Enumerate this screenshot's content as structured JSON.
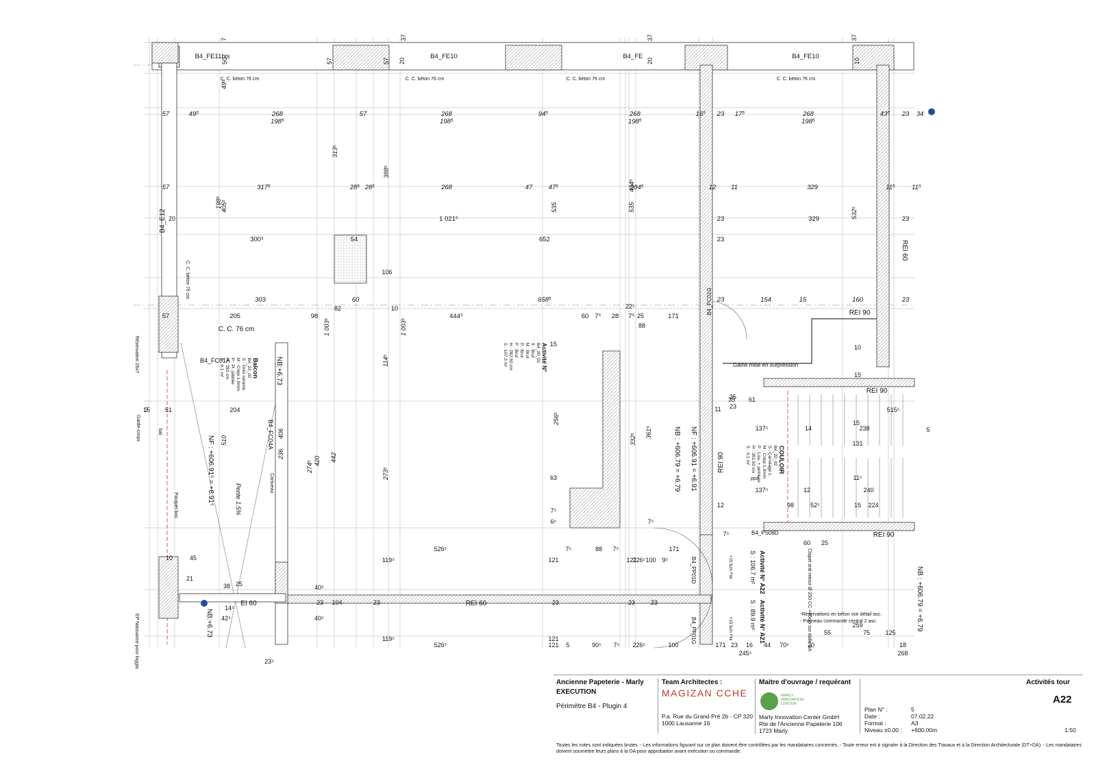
{
  "plan": {
    "window_tags": [
      "B4_FE11bis",
      "B4_FE10",
      "B4_FE",
      "B4_FE10"
    ],
    "top_dims": [
      "7",
      "37",
      "37",
      "37"
    ],
    "window_tag_dims": [
      "50",
      "57",
      "57",
      "20",
      "20",
      "10"
    ],
    "beton_notes": [
      "C. C. béton 76 cm",
      "C. C. béton 76 cm",
      "C. C. béton 76 cm",
      "C. C. béton 76 cm"
    ],
    "row1_dims": [
      "57",
      "49⁵",
      "268",
      "57",
      "268",
      "94⁵",
      "268",
      "16⁵",
      "23",
      "17⁵",
      "268",
      "43⁵",
      "23",
      "34"
    ],
    "row1_sub": [
      "198⁵",
      "198⁵",
      "198⁵",
      "198⁵"
    ],
    "row2_dims": [
      "57",
      "317⁵",
      "28⁵",
      "28⁵",
      "268",
      "47",
      "47⁵",
      "284⁵",
      "12",
      "11",
      "329",
      "11⁵",
      "11⁵"
    ],
    "row3_dims": [
      "1 021⁵",
      "23",
      "329",
      "23"
    ],
    "row4_dims": [
      "300⁵",
      "54",
      "652",
      "23"
    ],
    "row5_dims": [
      "303",
      "60",
      "658⁵",
      "23",
      "154",
      "15",
      "160",
      "23"
    ],
    "row6_dims": [
      "57",
      "205",
      "98",
      "444⁵",
      "60",
      "7⁵",
      "28",
      "7⁵",
      "171"
    ],
    "vertical_dims": [
      "49⁵",
      "313⁵",
      "388⁵",
      "535",
      "535",
      "434⁵",
      "532⁵",
      "405⁵",
      "198⁵",
      "1 003⁵",
      "1 003⁵",
      "114⁵",
      "256⁵",
      "332⁵",
      "361⁵",
      "273⁵",
      "442",
      "420",
      "274⁵",
      "510",
      "236",
      "406"
    ],
    "labels": {
      "b4_e12": "B4_E12",
      "b4_20": "20",
      "rei60_right": "REI 60",
      "rei90_a": "REI 90",
      "rei90_b": "REI 90",
      "rei90_c": "REI 90",
      "rei90_d": "REI 90",
      "rei60_bottom": "REI 60",
      "ei60": "EI 60",
      "cc76": "C. C. 76 cm",
      "cc_beton_left": "C. C. béton 76 cm",
      "gaine": "Gaine mise en surpression",
      "b4_fc01a": "B4_FC01A",
      "b4_fc04a": "B4_FC04A",
      "b4_pc01g": "B4_PC01G",
      "b4_ps08d": "B4_PS08D",
      "b4_pp01d": "B4_PP01D",
      "b4_pp01g": "B4_PP01G",
      "pente": "Pente 1.5%",
      "caniveau": "Caniveau",
      "garde_corps": "Garde-corps",
      "parapet": "Parapet bas",
      "reservation": "Réservation 26x7",
      "ep_naissance": "EP Naissance pour loggia",
      "bal": "bal",
      "nf_left": "NF : +606.91⁵ = +6.91⁵",
      "nb_left": "NB:+6.73",
      "nb_left2": "NB:+6.73",
      "nf_center": "NF : +606.91 = +6.91",
      "nb_center": "NB : +606.79 = +6.79",
      "nb_right": "NB : +606.79 = +6.79",
      "activite_a22": "Activité N° A22",
      "activite_a22_area": "S : 106.7 m²",
      "activite_a21": "Activité N° A21",
      "activite_a21_area": "S : 89.9 m²",
      "clapet": "Clapet anti-retour Ø 250 CC +45cm sur dalle BA",
      "reservations_note": "-Réservations en béton voir détail asc.",
      "panneau_note": "- Panneau commande central 2 asc.",
      "ppd": "ppd",
      "fini_1": "+15.5cm Fini",
      "fini_2": "+15.5cm Fini"
    },
    "activite_center": [
      "Activité N°",
      "B4_20_01",
      "S : Brut",
      "M : Brut",
      "P : Brut",
      "P : Brut",
      "H : 282.50 cm",
      "S : 107.3 m²"
    ],
    "balcon": [
      "Balcon",
      "B4_22_02",
      "S : Grès cérame",
      "M : Crépi 1.0mm",
      "P : Pl. plâtrée",
      "H : 282 cm",
      "S : 9.1 m²"
    ],
    "couloir": [
      "COULOIR",
      "B4_20_02",
      "S : Carrelage c.",
      "M : Crépi 1.0mm",
      "P : Liss. + peinture",
      "H : 301.50 cm",
      "S : 4.1 m²"
    ],
    "lower_dims": [
      "7",
      "51",
      "204",
      "10",
      "45",
      "21",
      "38",
      "25",
      "14⁵",
      "42⁵",
      "23⁵",
      "35",
      "61",
      "137⁵",
      "14",
      "238",
      "515⁵",
      "5",
      "137⁵",
      "12",
      "240",
      "98",
      "52⁵",
      "224",
      "60",
      "25",
      "526⁵",
      "7⁵",
      "88",
      "7⁵",
      "171",
      "119⁵",
      "121",
      "121",
      "226⁵",
      "100",
      "9⁵",
      "40⁵",
      "23",
      "104",
      "23",
      "23",
      "23",
      "23",
      "40⁵",
      "526⁵",
      "119⁵",
      "121",
      "5",
      "90⁵",
      "7⁵",
      "121",
      "226⁵",
      "100",
      "171",
      "23",
      "16",
      "44",
      "70⁵",
      "20",
      "55",
      "75",
      "125",
      "18",
      "268",
      "245⁵",
      "259",
      "15",
      "131",
      "11⁵",
      "15",
      "10",
      "15",
      "15",
      "63",
      "7⁵",
      "6⁶",
      "7⁵",
      "10",
      "82",
      "106",
      "25",
      "88",
      "22⁵",
      "7⁵",
      "23",
      "35",
      "11",
      "12",
      "15"
    ]
  },
  "title_block": {
    "project_title": "Ancienne Papeterie - Marly",
    "project_phase": "EXECUTION",
    "perimeter": "Périmètre B4 - Plugin 4",
    "team_heading": "Team Architectes :",
    "team_logo": "MAGIZAN CCHE",
    "team_addr1": "P.a. Rue du Grand Pré 2b - CP 320",
    "team_addr2": "1000 Lausanne 16",
    "owner_heading": "Maitre d'ouvrage / requérant",
    "owner_logo_text": "MARLY INNOVATION CENTER",
    "owner_name": "Marly Innovation Center GmbH",
    "owner_addr1": "Rte de l'Ancienne Papeterie 106",
    "owner_addr2": "1723 Marly",
    "plan_no_label": "Plan N° :",
    "plan_no": "5",
    "date_label": "Date :",
    "date": "07.02.22",
    "format_label": "Format :",
    "format": "A3",
    "niveau_label": "Niveau ±0.00 :",
    "niveau": "+600.00m",
    "sheet_title": "Activités tour",
    "sheet_code": "A22",
    "scale": "1:50",
    "disclaimer": "Toutes les cotes sont indiquées brutes. - Les informations figurant sur ce plan doivent être contrôlées par les mandataires concernés. - Toute erreur est à signaler à la Direction des Travaux et à la Direction Architecturale (DT+DA). - Les mandataires doivent soumettre leurs plans à la DA pour approbation avant exécution ou commande."
  },
  "colors": {
    "wall_hatch": "#888888",
    "dim_line": "#222222",
    "axis_dash": "#c0392b",
    "marker": "#1f4e9a",
    "logo_red": "#c0392b",
    "logo_green": "#5aa14a"
  }
}
